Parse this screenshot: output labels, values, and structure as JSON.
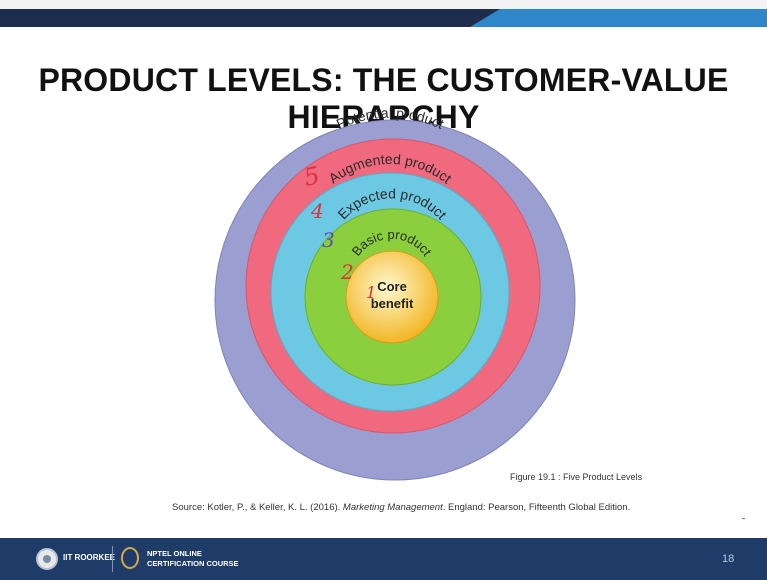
{
  "slide": {
    "title": "PRODUCT LEVELS: THE CUSTOMER-VALUE HIERARCHY",
    "page_number": "18"
  },
  "diagram": {
    "levels": [
      {
        "label": "Potential product",
        "color": "#9a9ed1",
        "handwritten_number": "5"
      },
      {
        "label": "Augmented product",
        "color": "#f0697e",
        "handwritten_number": "4"
      },
      {
        "label": "Expected product",
        "color": "#6cc8e3",
        "handwritten_number": "3"
      },
      {
        "label": "Basic product",
        "color": "#8bcf3f",
        "handwritten_number": "2"
      },
      {
        "label_line1": "Core",
        "label_line2": "benefit",
        "color": "#f6c33c",
        "handwritten_number": "1"
      }
    ],
    "annotation_color": "#d8323c"
  },
  "caption": "Figure 19.1 : Five Product Levels",
  "source": {
    "prefix": "Source: Kotler, P., & Keller, K. L. (2016). ",
    "title": "Marketing Management",
    "suffix": ". England: Pearson, Fifteenth Global Edition."
  },
  "footer": {
    "institute": "IIT ROORKEE",
    "course_line1": "NPTEL ONLINE",
    "course_line2": "CERTIFICATION COURSE"
  }
}
